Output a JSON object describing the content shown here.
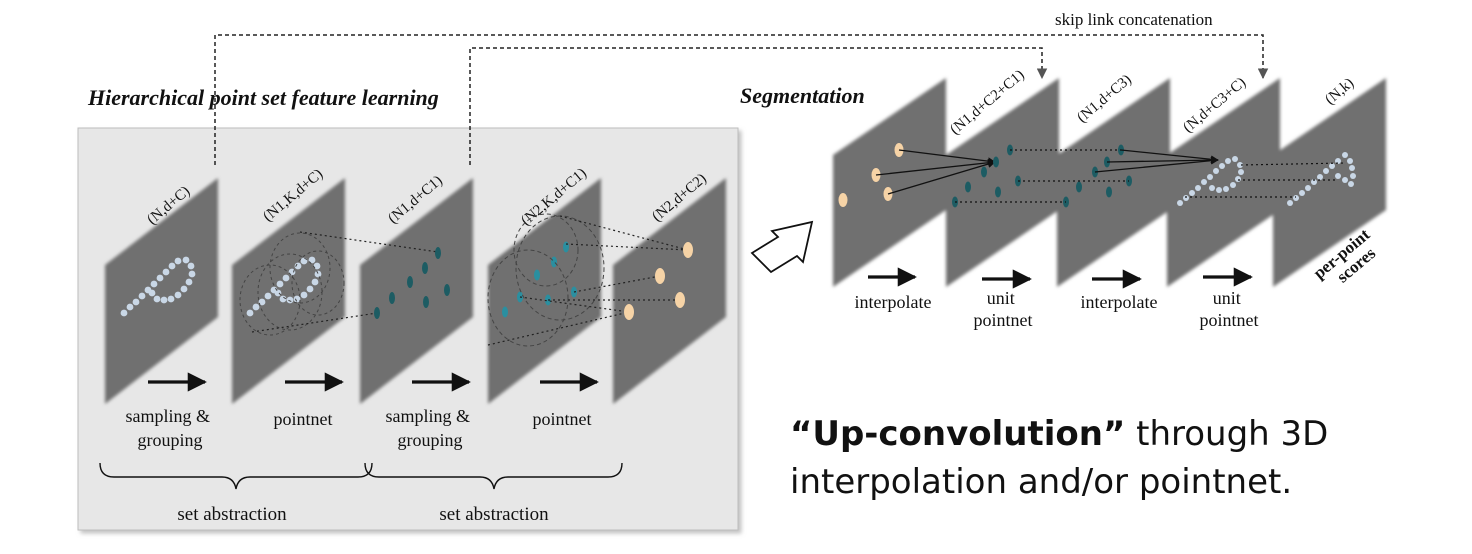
{
  "diagram": {
    "section_titles": {
      "hierarchical": "Hierarchical point set feature learning",
      "segmentation": "Segmentation"
    },
    "skip_link_label": "skip link concatenation",
    "plane_labels": [
      "(N,d+C)",
      "(N1,K,d+C)",
      "(N1,d+C1)",
      "(N2,K,d+C1)",
      "(N2,d+C2)",
      "(N1,d+C2+C1)",
      "(N1,d+C3)",
      "(N,d+C3+C)",
      "(N,k)"
    ],
    "left_steps": [
      "sampling & grouping",
      "pointnet",
      "sampling & grouping",
      "pointnet"
    ],
    "left_step_lines": [
      [
        "sampling &",
        "grouping"
      ],
      [
        "pointnet"
      ],
      [
        "sampling &",
        "grouping"
      ],
      [
        "pointnet"
      ]
    ],
    "abstraction_labels": [
      "set abstraction",
      "set abstraction"
    ],
    "seg_steps": [
      "interpolate",
      "unit pointnet",
      "interpolate",
      "unit pointnet"
    ],
    "seg_step_lines": [
      [
        "interpolate"
      ],
      [
        "unit",
        "pointnet"
      ],
      [
        "interpolate"
      ],
      [
        "unit",
        "pointnet"
      ]
    ],
    "scores_label": "per-point scores",
    "scores_lines": [
      "per-point",
      "scores"
    ],
    "colors": {
      "panel_bg": "#e7e7e7",
      "plane": "#6f6f6f",
      "point_light": "#c9d7e6",
      "point_teal": "#1d5c63",
      "point_teal_bright": "#2a8fa0",
      "point_peach": "#f6d3a6"
    }
  },
  "caption": {
    "bold": "“Up-convolution”",
    "line1_rest": " through 3D",
    "line2": "interpolation and/or pointnet."
  }
}
